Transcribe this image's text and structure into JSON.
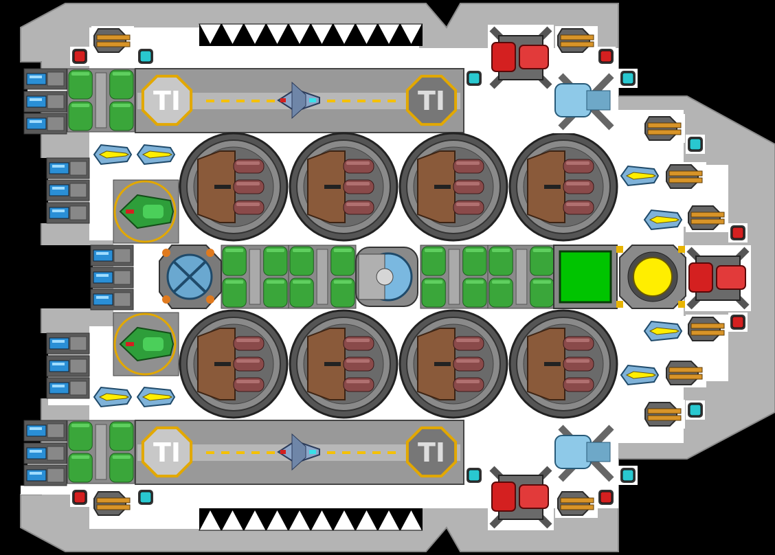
{
  "ship": {
    "hull_color": "#b4b4b4",
    "hull_edge": "#8a8a8a",
    "deck_color": "#ffffff",
    "void_color": "#000000"
  },
  "hangar_bays": [
    {
      "name": "upper",
      "marker_left": "TI",
      "marker_right": "TI",
      "marker_left_active": true,
      "marker_right_active": false
    },
    {
      "name": "lower",
      "marker_left": "TI",
      "marker_right": "TI",
      "marker_left_active": true,
      "marker_right_active": false
    }
  ],
  "colors": {
    "green_tank": "#3aa63a",
    "green_tank_light": "#5fcf5f",
    "brown_crate": "#8a5a3a",
    "missile_tube": "#8a4a4a",
    "red_module": "#d42020",
    "cyan_light": "#29c8d0",
    "blue_thruster": "#2a8fd6",
    "yellow_core": "#ffee00",
    "green_screen": "#00c400",
    "orange_gun": "#d89428",
    "hangar_stripe": "#f5c100",
    "hangar_ring": "#e2a800"
  },
  "icons": {
    "missile_silo": "missile-silo-icon",
    "fuel_tank": "fuel-tank-icon",
    "thruster": "thruster-icon",
    "reactor": "reactor-core-icon",
    "shield": "shield-generator-icon",
    "cannon": "cannon-icon",
    "fighter": "fighter-craft-icon"
  }
}
